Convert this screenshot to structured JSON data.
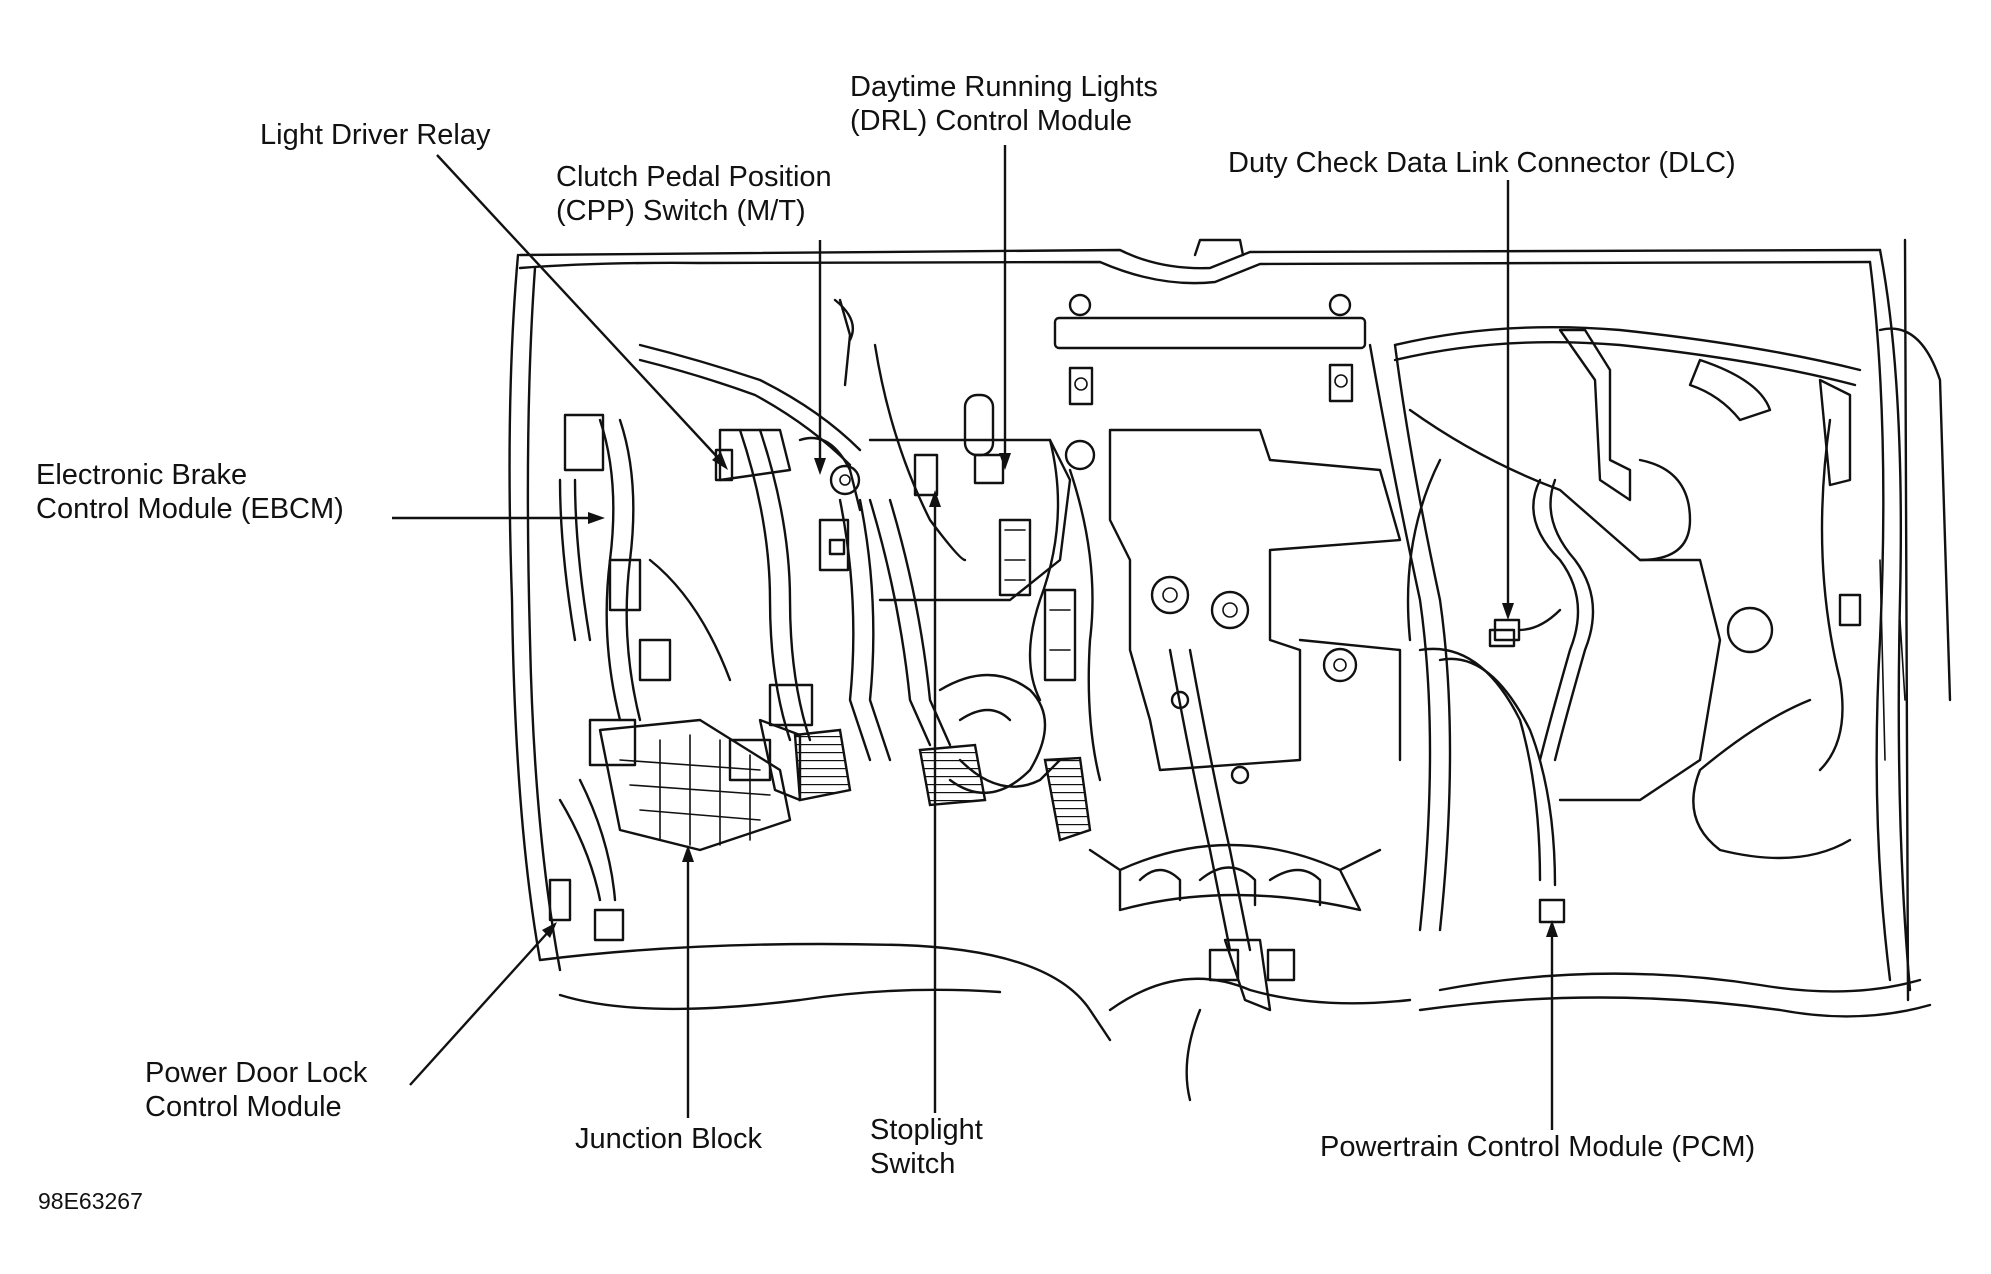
{
  "labels": {
    "light_driver_relay": "Light Driver Relay",
    "cpp_switch_1": "Clutch Pedal Position",
    "cpp_switch_2": "(CPP) Switch (M/T)",
    "drl_module_1": "Daytime Running Lights",
    "drl_module_2": "(DRL) Control Module",
    "dlc": "Duty Check Data Link Connector (DLC)",
    "ebcm_1": "Electronic Brake",
    "ebcm_2": "Control Module (EBCM)",
    "power_door_lock_1": "Power Door Lock",
    "power_door_lock_2": "Control Module",
    "junction_block": "Junction Block",
    "stoplight_switch_1": "Stoplight",
    "stoplight_switch_2": "Switch",
    "pcm": "Powertrain Control Module (PCM)"
  },
  "figure_id": "98E63267",
  "colors": {
    "ink": "#111111",
    "background": "#ffffff"
  }
}
